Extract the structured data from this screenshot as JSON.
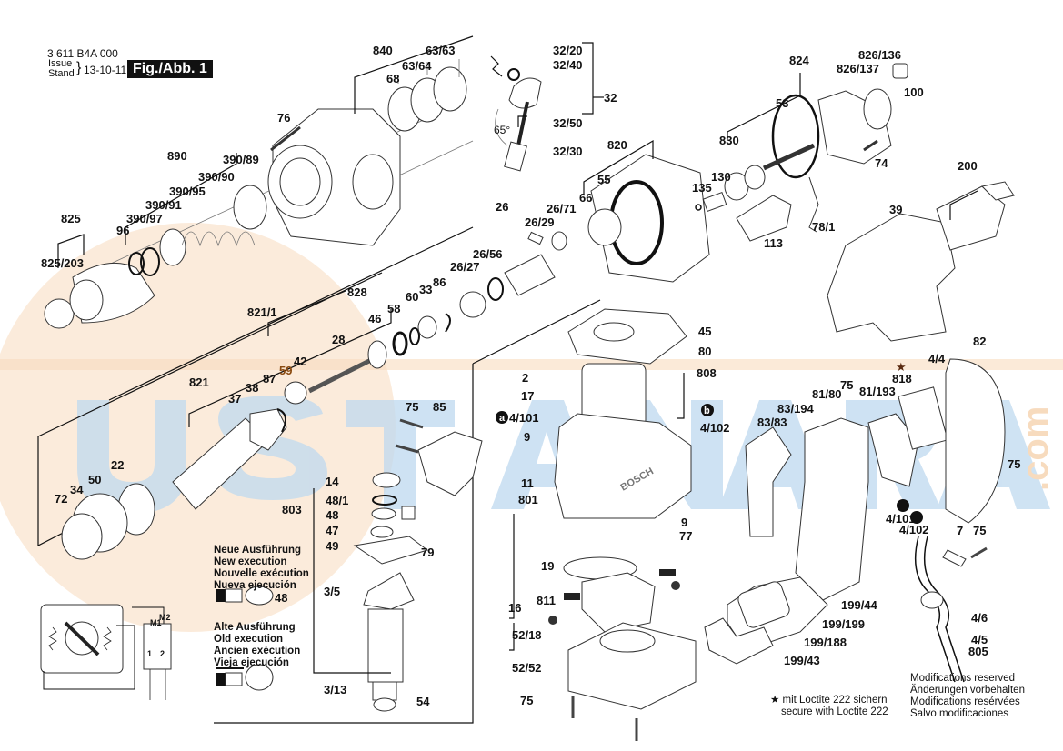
{
  "header": {
    "part_number": "3 611 B4A 000",
    "issue_label": "Issue",
    "stand_label": "Stand",
    "date": "13-10-11",
    "figure": "Fig./Abb. 1"
  },
  "watermark": {
    "text": "USTANARA",
    "suffix": ".com",
    "blue": "#9ec6e8",
    "orange": "#f5c9a0"
  },
  "labels": {
    "p840": "840",
    "p63_63": "63/63",
    "p63_64": "63/64",
    "p68": "68",
    "p76": "76",
    "p890": "890",
    "p390_89": "390/89",
    "p390_90": "390/90",
    "p390_95": "390/95",
    "p390_91": "390/91",
    "p390_97": "390/97",
    "p96": "96",
    "p825": "825",
    "p825_203": "825/203",
    "p32_20": "32/20",
    "p32_40": "32/40",
    "p32": "32",
    "p32_50": "32/50",
    "p32_30": "32/30",
    "angle": "65°",
    "p820": "820",
    "p55": "55",
    "p66": "66",
    "p824": "824",
    "p826_136": "826/136",
    "p826_137": "826/137",
    "p100": "100",
    "p53": "53",
    "p830": "830",
    "p74": "74",
    "p130": "130",
    "p135": "135",
    "p113": "113",
    "p78_1": "78/1",
    "p200": "200",
    "p39": "39",
    "p26": "26",
    "p26_29": "26/29",
    "p26_71": "26/71",
    "p26_56": "26/56",
    "p26_27": "26/27",
    "p828": "828",
    "p821_1": "821/1",
    "p86": "86",
    "p33": "33",
    "p60": "60",
    "p58": "58",
    "p46": "46",
    "p28": "28",
    "p59": "59",
    "p42": "42",
    "p821": "821",
    "p87": "87",
    "p38": "38",
    "p37": "37",
    "p22": "22",
    "p50": "50",
    "p34": "34",
    "p72": "72",
    "p75a": "75",
    "p85": "85",
    "p803": "803",
    "p14": "14",
    "p48_1": "48/1",
    "p48": "48",
    "p47": "47",
    "p49": "49",
    "p79": "79",
    "p3_5": "3/5",
    "p3_13": "3/13",
    "p54": "54",
    "p48b": "48",
    "p45": "45",
    "p80": "80",
    "p808": "808",
    "p2": "2",
    "p17": "17",
    "p4_101": "4/101",
    "p4_102": "4/102",
    "p9a": "9",
    "p11": "11",
    "p801": "801",
    "p9b": "9",
    "p77": "77",
    "p19": "19",
    "p16": "16",
    "p811": "811",
    "p52_18": "52/18",
    "p52_52": "52/52",
    "p75b": "75",
    "p818": "818",
    "p4_4": "4/4",
    "p82": "82",
    "p81_80": "81/80",
    "p75c": "75",
    "p81_193": "81/193",
    "p83_194": "83/194",
    "p83_83": "83/83",
    "p4_101b": "4/101",
    "p4_102b": "4/102",
    "p75d": "75",
    "p7": "7",
    "p75e": "75",
    "p199_44": "199/44",
    "p199_199": "199/199",
    "p199_188": "199/188",
    "p199_43": "199/43",
    "p4_6": "4/6",
    "p4_5": "4/5",
    "p805": "805",
    "m1": "M1",
    "m2": "M2",
    "t1": "1",
    "t2": "2",
    "badge_a": "a",
    "badge_b": "b"
  },
  "notes": {
    "new_execution": [
      "Neue Ausführung",
      "New execution",
      "Nouvelle exécution",
      "Nueva ejecución"
    ],
    "old_execution": [
      "Alte Ausführung",
      "Old execution",
      "Ancien exécution",
      "Vieja ejecución"
    ],
    "loctite": [
      "mit Loctite 222 sichern",
      "secure with Loctite 222"
    ],
    "modifications": [
      "Modifications reserved",
      "Änderungen vorbehalten",
      "Modifications resérvées",
      "Salvo modificaciones"
    ]
  },
  "icons": {
    "star": "★"
  }
}
